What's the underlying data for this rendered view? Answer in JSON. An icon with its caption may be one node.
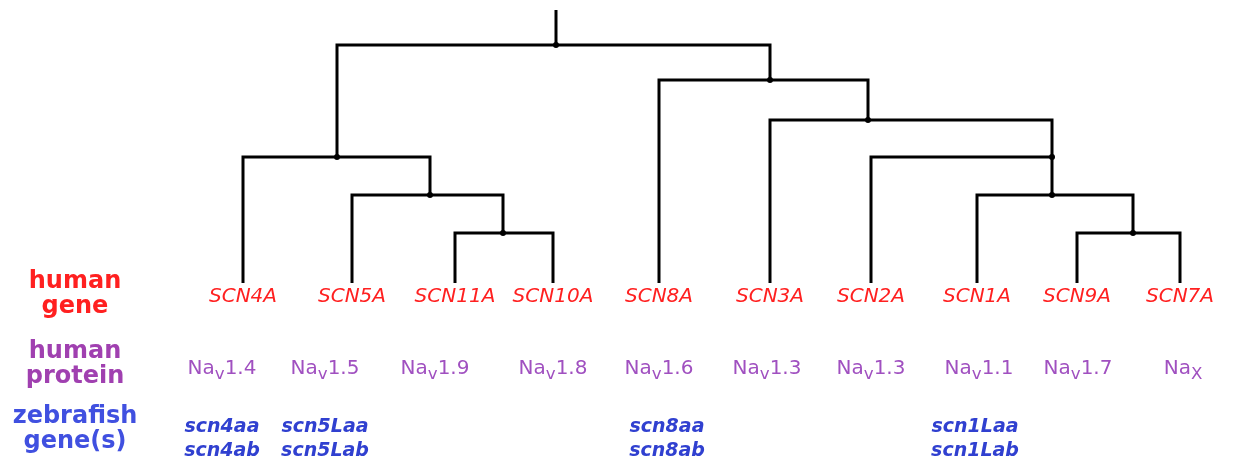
{
  "diagram": {
    "nodes": [
      {
        "text": [
          "SCN4A"
        ]
      },
      {
        "text": [
          "SCN5A"
        ]
      },
      {
        "text": [
          "SCN11A"
        ]
      },
      {
        "text": [
          "SCN10A"
        ]
      },
      {
        "text": [
          "SCN8A"
        ]
      },
      {
        "text": [
          "SCN3A"
        ]
      },
      {
        "text": [
          "SCN2A"
        ]
      },
      {
        "text": [
          "SCN1A"
        ]
      },
      {
        "text": [
          "SCN9A"
        ]
      },
      {
        "text": [
          "SCN7A"
        ]
      },
      {
        "text": [],
        "shape": "point"
      },
      {
        "text": [],
        "shape": "point"
      },
      {
        "text": [],
        "shape": "point"
      },
      {
        "text": [],
        "shape": "point"
      },
      {
        "text": [],
        "shape": "point"
      },
      {
        "text": [],
        "shape": "point"
      },
      {
        "text": [],
        "shape": "point"
      },
      {
        "text": [],
        "shape": "point"
      },
      {
        "text": [],
        "shape": "point"
      }
    ],
    "edges": [
      {
        "from": null,
        "to": 10,
        "arrow": "none"
      },
      {
        "from": 10,
        "to": 13,
        "arrow": "none"
      },
      {
        "from": 10,
        "to": 11,
        "arrow": "none"
      },
      {
        "from": 13,
        "to": 0,
        "arrow": "none"
      },
      {
        "from": 13,
        "to": 15,
        "arrow": "none"
      },
      {
        "from": 15,
        "to": 1,
        "arrow": "none"
      },
      {
        "from": 15,
        "to": 17,
        "arrow": "none"
      },
      {
        "from": 17,
        "to": 2,
        "arrow": "none"
      },
      {
        "from": 17,
        "to": 3,
        "arrow": "none"
      },
      {
        "from": 11,
        "to": 4,
        "arrow": "none"
      },
      {
        "from": 11,
        "to": 12,
        "arrow": "none"
      },
      {
        "from": 12,
        "to": 5,
        "arrow": "none"
      },
      {
        "from": 12,
        "to": 14,
        "arrow": "none"
      },
      {
        "from": 14,
        "to": 6,
        "arrow": "none"
      },
      {
        "from": 14,
        "to": 16,
        "arrow": "none"
      },
      {
        "from": 16,
        "to": 7,
        "arrow": "none"
      },
      {
        "from": 16,
        "to": 18,
        "arrow": "none"
      },
      {
        "from": 18,
        "to": 8,
        "arrow": "none"
      },
      {
        "from": 18,
        "to": 9,
        "arrow": "none"
      }
    ],
    "labels": [
      "human gene",
      "human protein",
      "Na$_{v}$1.4",
      "Na$_{v}$1.5",
      "Na$_{v}$1.9",
      "Na$_{v}$1.8",
      "Na$_{v}$1.6",
      "Na$_{v}$1.3",
      "Na$_{v}$1.3",
      "Na$_{v}$1.1",
      "Na$_{v}$1.7",
      "Na$_{X}$",
      "zebrafish gene(s)",
      "scn4aa",
      "scn5Laa",
      "scn8aa",
      "scn1Laa",
      "scn4ab",
      "scn5Lab",
      "scn8ab",
      "scn1Lab"
    ]
  }
}
